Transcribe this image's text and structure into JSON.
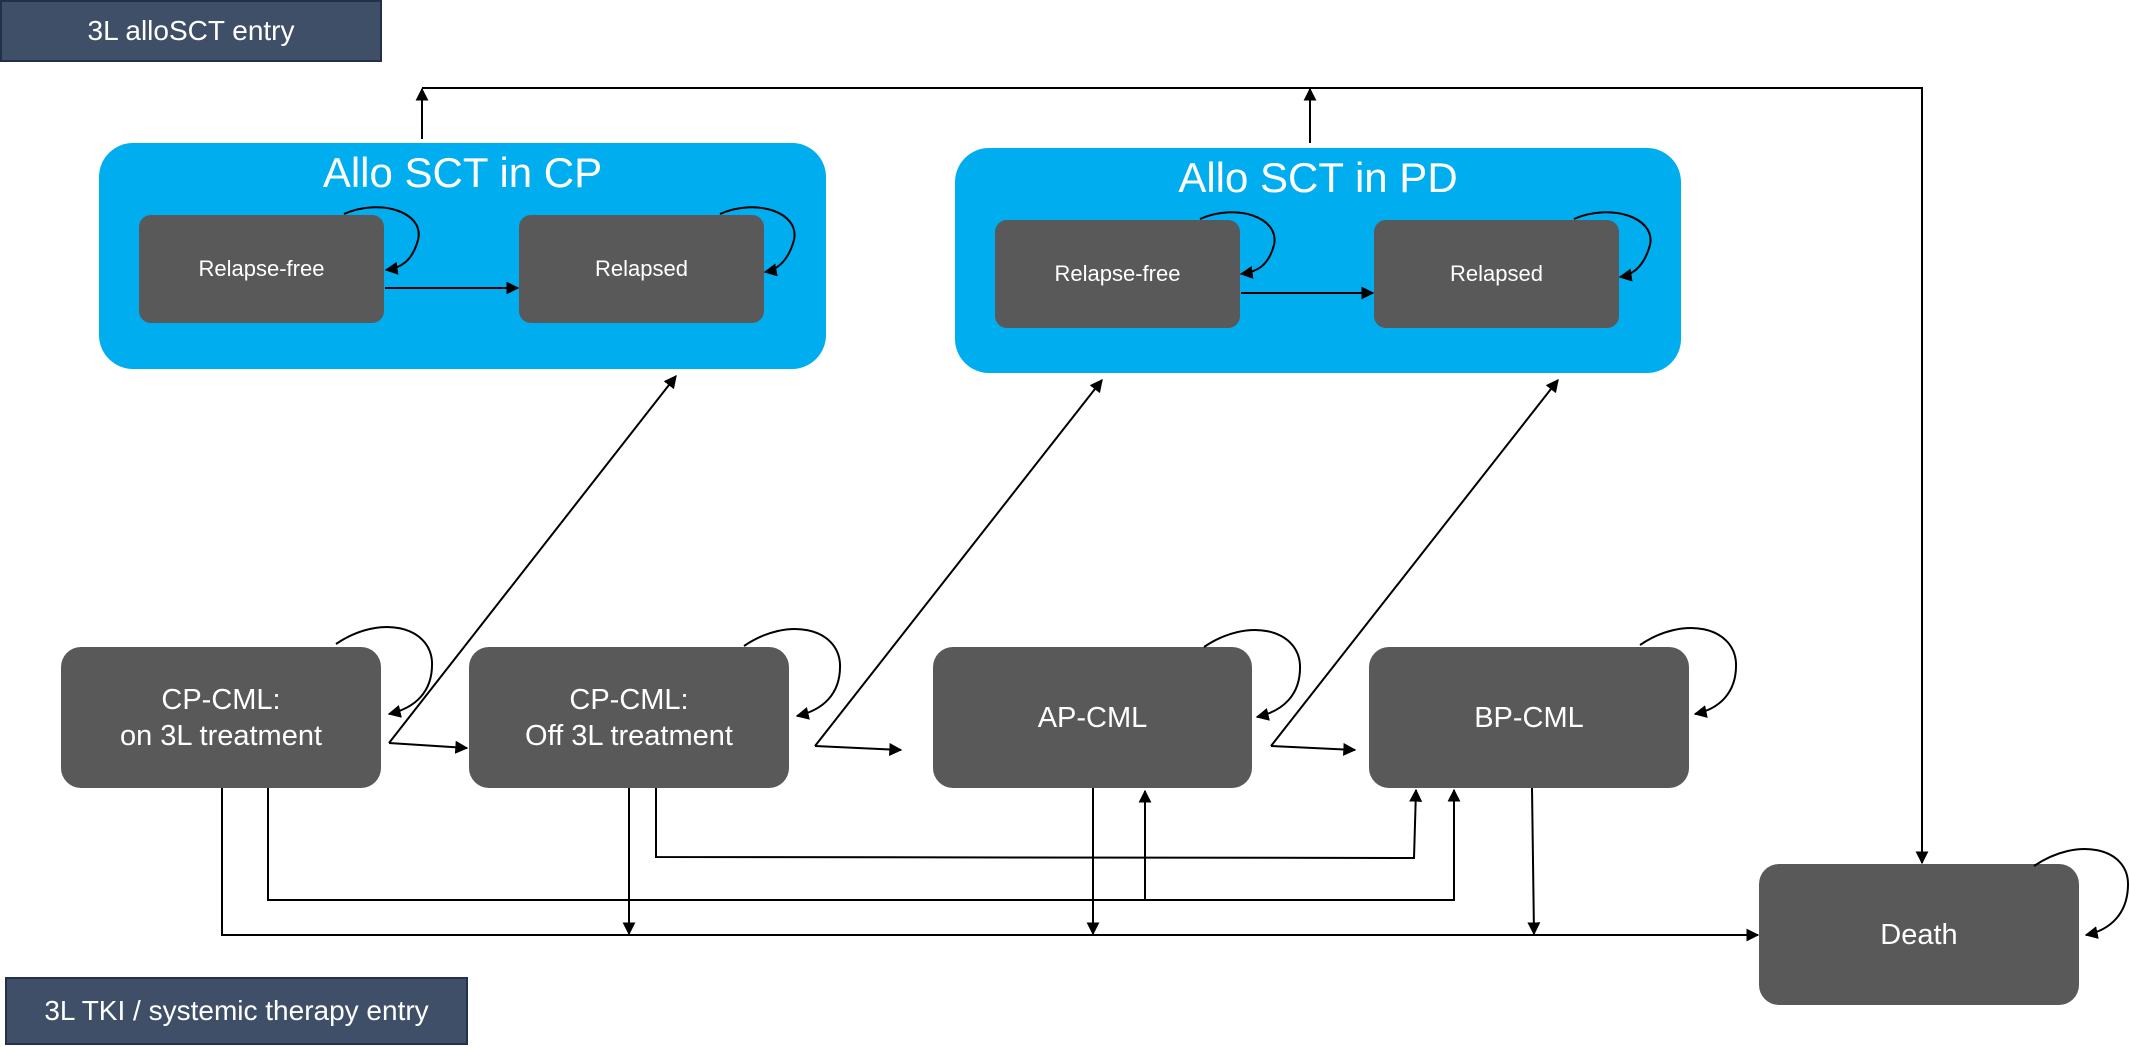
{
  "entries": {
    "allosct": "3L alloSCT entry",
    "tki": "3L TKI / systemic therapy entry"
  },
  "groups": {
    "cp": {
      "title": "Allo SCT in CP",
      "relapse_free": "Relapse-free",
      "relapsed": "Relapsed"
    },
    "pd": {
      "title": "Allo SCT in PD",
      "relapse_free": "Relapse-free",
      "relapsed": "Relapsed"
    }
  },
  "states": {
    "cp_on": {
      "line1": "CP-CML:",
      "line2": "on 3L treatment"
    },
    "cp_off": {
      "line1": "CP-CML:",
      "line2": "Off 3L treatment"
    },
    "ap": "AP-CML",
    "bp": "BP-CML",
    "death": "Death"
  },
  "colors": {
    "group_fill": "#00adef",
    "state_fill": "#595959",
    "entry_fill": "#3f4f68",
    "arrow": "#000000"
  }
}
